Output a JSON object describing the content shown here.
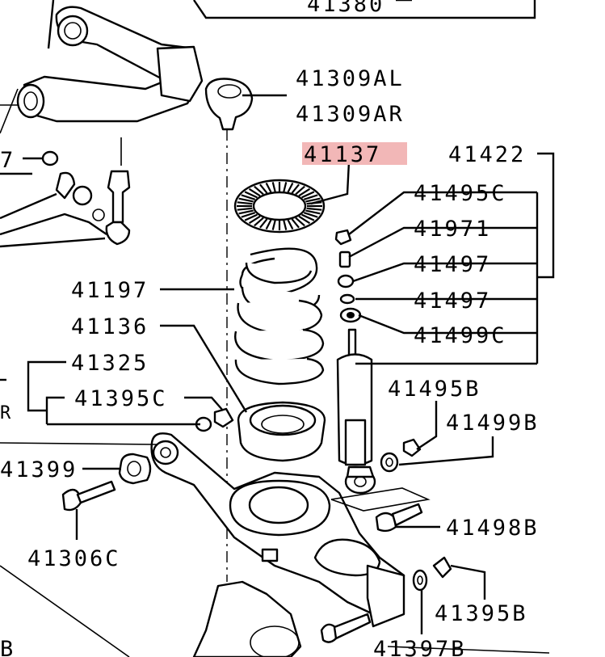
{
  "diagram": {
    "highlight_color": "#f2b7b7",
    "labels": {
      "p41380": "41380",
      "p41309al": "41309AL",
      "p41309ar": "41309AR",
      "p41137": "41137",
      "p41422": "41422",
      "p41495c": "41495C",
      "p41971": "41971",
      "p41497a": "41497",
      "p41497b": "41497",
      "p41499c": "41499C",
      "p41197": "41197",
      "p41136": "41136",
      "p41325": "41325",
      "p41395c": "41395C",
      "p41495b": "41495B",
      "p41499b": "41499B",
      "p41399": "41399",
      "p41498b": "41498B",
      "p41306c": "41306C",
      "p41395b": "41395B",
      "p41397b": "41397B",
      "edge_7": "7",
      "edge_r": "R",
      "edge_b": "B"
    }
  }
}
